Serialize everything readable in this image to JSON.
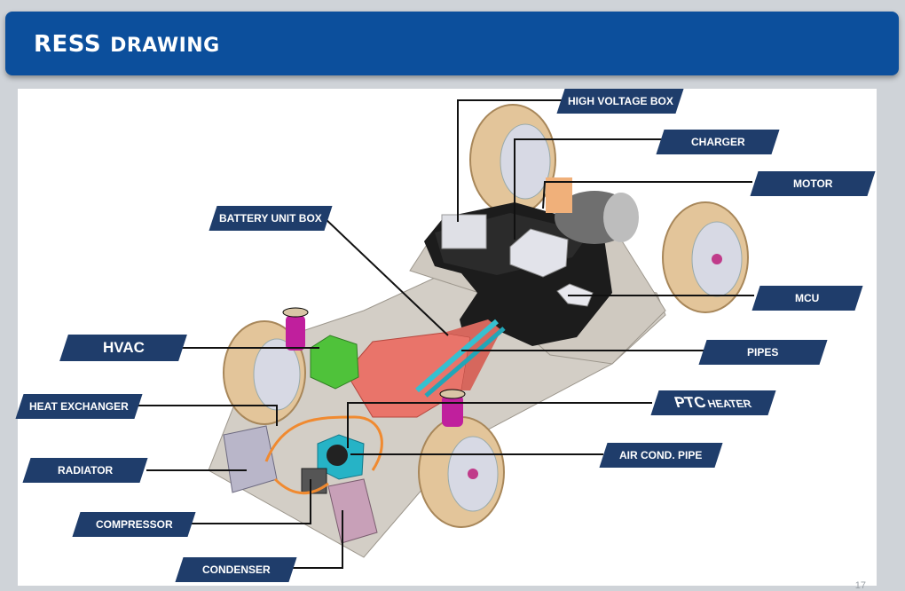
{
  "header": {
    "title_part1": "RESS",
    "title_part2": "DRAWING"
  },
  "page_number": "17",
  "labels": {
    "high_voltage_box": "HIGH VOLTAGE BOX",
    "charger": "CHARGER",
    "motor": "MOTOR",
    "battery_unit_box": "BATTERY UNIT BOX",
    "mcu": "MCU",
    "hvac": "HVAC",
    "pipes": "PIPES",
    "heat_exchanger": "HEAT EXCHANGER",
    "ptc_heater_1": "PTC",
    "ptc_heater_2": "HEATER",
    "radiator": "RADIATOR",
    "air_cond_pipe": "AIR COND. PIPE",
    "compressor": "COMPRESSOR",
    "condenser": "CONDENSER"
  },
  "colors": {
    "header_blue": "#0c4f9c",
    "label_navy": "#1f3d6b",
    "tire": "#e3c59a",
    "battery": "#1c1c1c",
    "battery_box": "#e9746a",
    "hvac": "#4fc23a",
    "ptc": "#26b3c6",
    "pipes": "#36c0d0",
    "chassis": "#cfcac2"
  }
}
